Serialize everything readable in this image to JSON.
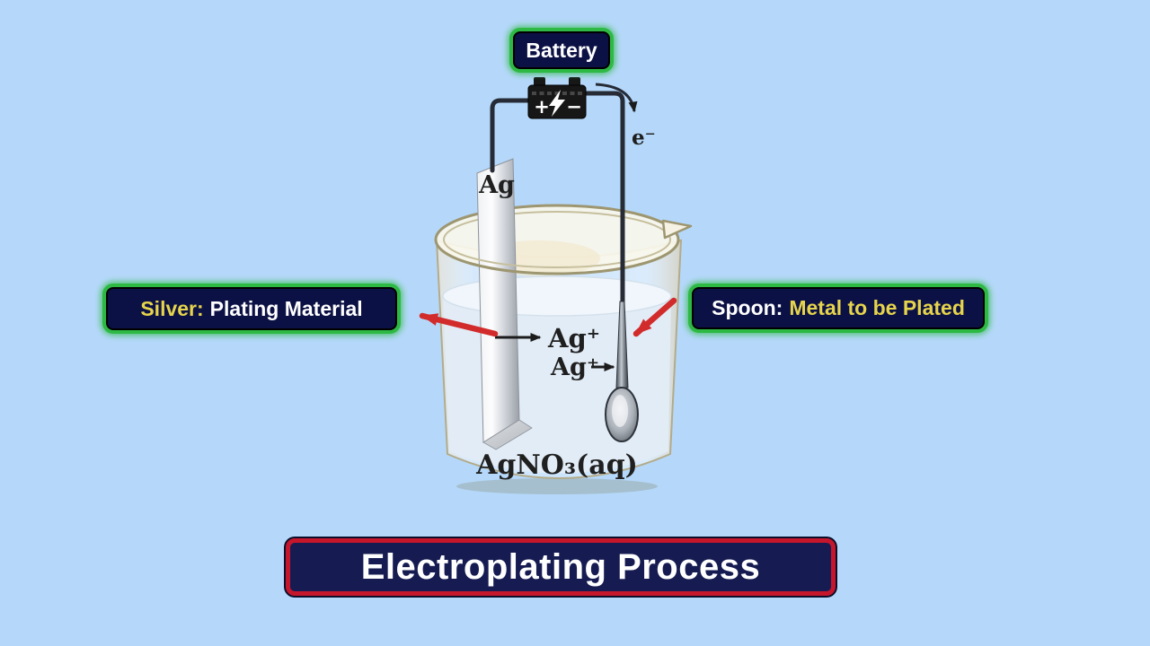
{
  "background_color": "#b5d8fa",
  "labels": {
    "battery": "Battery",
    "silver_prefix": "Silver:",
    "silver_rest": "Plating Material",
    "spoon_prefix": "Spoon:",
    "spoon_rest": "Metal to be Plated",
    "title": "Electroplating Process"
  },
  "diagram": {
    "electrode": "Ag",
    "ion_top": "Ag⁺",
    "ion_bottom": "Ag⁺",
    "electron": "e⁻",
    "solution": "AgNO₃(aq)",
    "battery_plus": "+",
    "battery_minus": "−"
  },
  "colors": {
    "background": "#b5d8fa",
    "box_navy": "#0c1145",
    "title_navy": "#161c52",
    "green_border": "#2eb944",
    "red_border": "#c5162c",
    "yellow_text": "#e6d44c",
    "white_text": "#ffffff",
    "arrow_red": "#d22b2b",
    "wire": "#262b36"
  }
}
